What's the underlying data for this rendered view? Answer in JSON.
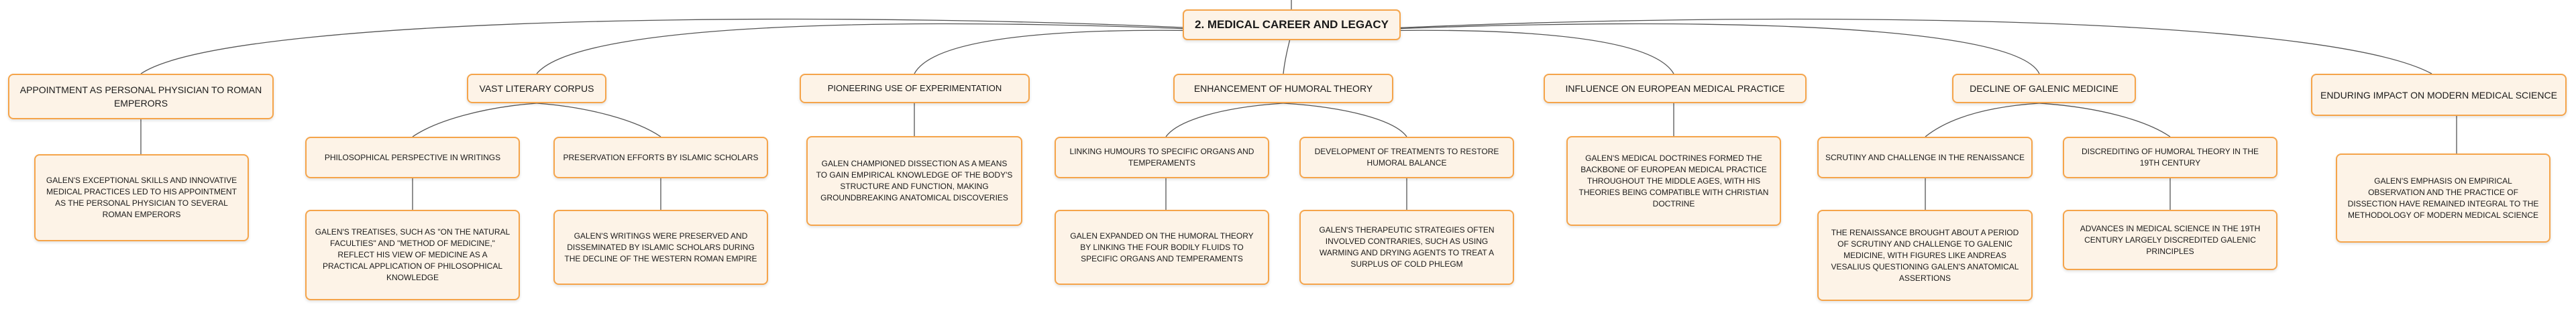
{
  "root": {
    "label": "2. MEDICAL CAREER AND LEGACY"
  },
  "branches": [
    {
      "label": "APPOINTMENT AS PERSONAL PHYSICIAN TO ROMAN EMPERORS",
      "leaf": "GALEN'S EXCEPTIONAL SKILLS AND INNOVATIVE MEDICAL PRACTICES LED TO HIS APPOINTMENT AS THE PERSONAL PHYSICIAN TO SEVERAL ROMAN EMPERORS"
    },
    {
      "label": "VAST LITERARY CORPUS",
      "children": [
        {
          "label": "PHILOSOPHICAL PERSPECTIVE IN WRITINGS",
          "leaf": "GALEN'S TREATISES, SUCH AS \"ON THE NATURAL FACULTIES\" AND \"METHOD OF MEDICINE,\" REFLECT HIS VIEW OF MEDICINE AS A PRACTICAL APPLICATION OF PHILOSOPHICAL KNOWLEDGE"
        },
        {
          "label": "PRESERVATION EFFORTS BY ISLAMIC SCHOLARS",
          "leaf": "GALEN'S WRITINGS WERE PRESERVED AND DISSEMINATED BY ISLAMIC SCHOLARS DURING THE DECLINE OF THE WESTERN ROMAN EMPIRE"
        }
      ]
    },
    {
      "label": "PIONEERING USE OF EXPERIMENTATION",
      "leaf": "GALEN CHAMPIONED DISSECTION AS A MEANS TO GAIN EMPIRICAL KNOWLEDGE OF THE BODY'S STRUCTURE AND FUNCTION, MAKING GROUNDBREAKING ANATOMICAL DISCOVERIES"
    },
    {
      "label": "ENHANCEMENT OF HUMORAL THEORY",
      "children": [
        {
          "label": "LINKING HUMOURS TO SPECIFIC ORGANS AND TEMPERAMENTS",
          "leaf": "GALEN EXPANDED ON THE HUMORAL THEORY BY LINKING THE FOUR BODILY FLUIDS TO SPECIFIC ORGANS AND TEMPERAMENTS"
        },
        {
          "label": "DEVELOPMENT OF TREATMENTS TO RESTORE HUMORAL BALANCE",
          "leaf": "GALEN'S THERAPEUTIC STRATEGIES OFTEN INVOLVED CONTRARIES, SUCH AS USING WARMING AND DRYING AGENTS TO TREAT A SURPLUS OF COLD PHLEGM"
        }
      ]
    },
    {
      "label": "INFLUENCE ON EUROPEAN MEDICAL PRACTICE",
      "leaf": "GALEN'S MEDICAL DOCTRINES FORMED THE BACKBONE OF EUROPEAN MEDICAL PRACTICE THROUGHOUT THE MIDDLE AGES, WITH HIS THEORIES BEING COMPATIBLE WITH CHRISTIAN DOCTRINE"
    },
    {
      "label": "DECLINE OF GALENIC MEDICINE",
      "children": [
        {
          "label": "SCRUTINY AND CHALLENGE IN THE RENAISSANCE",
          "leaf": "THE RENAISSANCE BROUGHT ABOUT A PERIOD OF SCRUTINY AND CHALLENGE TO GALENIC MEDICINE, WITH FIGURES LIKE ANDREAS VESALIUS QUESTIONING GALEN'S ANATOMICAL ASSERTIONS"
        },
        {
          "label": "DISCREDITING OF HUMORAL THEORY IN THE 19TH CENTURY",
          "leaf": "ADVANCES IN MEDICAL SCIENCE IN THE 19TH CENTURY LARGELY DISCREDITED GALENIC PRINCIPLES"
        }
      ]
    },
    {
      "label": "ENDURING IMPACT ON MODERN MEDICAL SCIENCE",
      "leaf": "GALEN'S EMPHASIS ON EMPIRICAL OBSERVATION AND THE PRACTICE OF DISSECTION HAVE REMAINED INTEGRAL TO THE METHODOLOGY OF MODERN MEDICAL SCIENCE"
    }
  ],
  "colors": {
    "node_fill": "#fdf3e7",
    "node_border": "#f5a44a",
    "edge": "#555555",
    "text": "#1a1a1a"
  }
}
